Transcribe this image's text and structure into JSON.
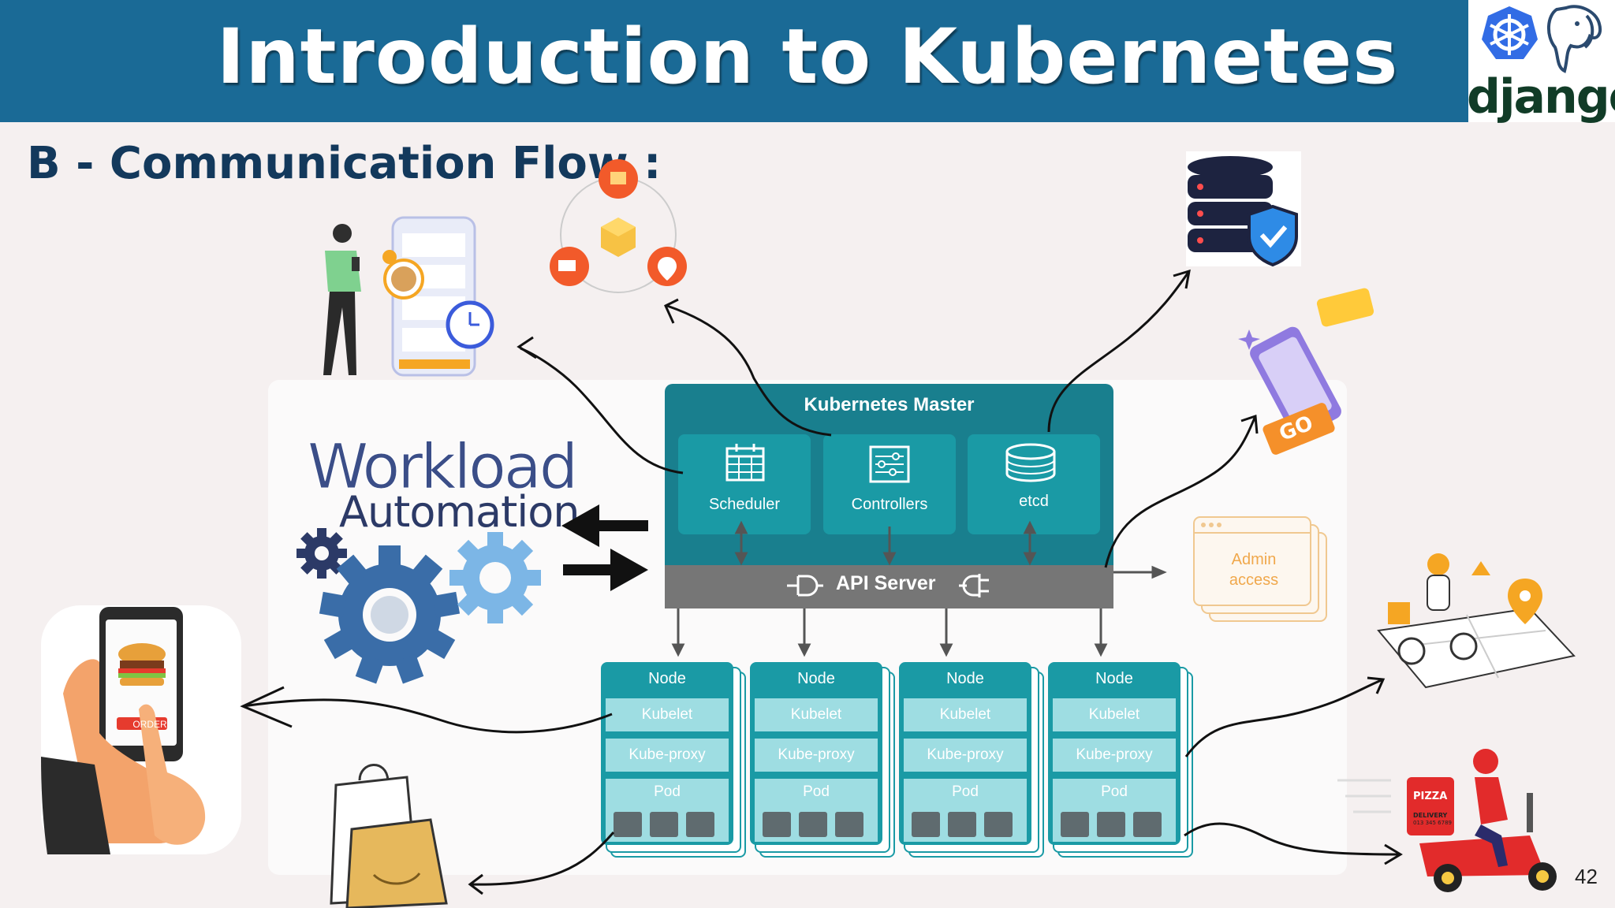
{
  "slide": {
    "title": "Introduction to Kubernetes",
    "section_heading": "B - Communication Flow :",
    "page_number": "42"
  },
  "logos": {
    "django_label": "django",
    "icons": [
      "kubernetes-helm-icon",
      "postgresql-elephant-icon"
    ]
  },
  "workload": {
    "line1": "Workload",
    "line2": "Automation"
  },
  "master": {
    "title": "Kubernetes Master",
    "components": [
      {
        "label": "Scheduler",
        "icon": "calendar-icon"
      },
      {
        "label": "Controllers",
        "icon": "sliders-icon"
      },
      {
        "label": "etcd",
        "icon": "database-icon"
      }
    ],
    "api_server_label": "API Server"
  },
  "nodes": [
    {
      "header": "Node",
      "kubelet": "Kubelet",
      "proxy": "Kube-proxy",
      "pod": "Pod"
    },
    {
      "header": "Node",
      "kubelet": "Kubelet",
      "proxy": "Kube-proxy",
      "pod": "Pod"
    },
    {
      "header": "Node",
      "kubelet": "Kubelet",
      "proxy": "Kube-proxy",
      "pod": "Pod"
    },
    {
      "header": "Node",
      "kubelet": "Kubelet",
      "proxy": "Kube-proxy",
      "pod": "Pod"
    }
  ],
  "admin": {
    "line1": "Admin",
    "line2": "access"
  },
  "illustrations": {
    "order_button": "ORDER",
    "go_badge": "GO",
    "pizza_box": "PIZZA",
    "delivery_label": "DELIVERY",
    "delivery_phone": "013 345 6789"
  },
  "colors": {
    "header_blue": "#1a6a96",
    "heading_navy": "#13395c",
    "master_teal": "#197f8e",
    "component_teal": "#1a9aa5",
    "node_light": "#9edde2",
    "api_gray": "#767676",
    "admin_orange": "#f0a84c"
  }
}
